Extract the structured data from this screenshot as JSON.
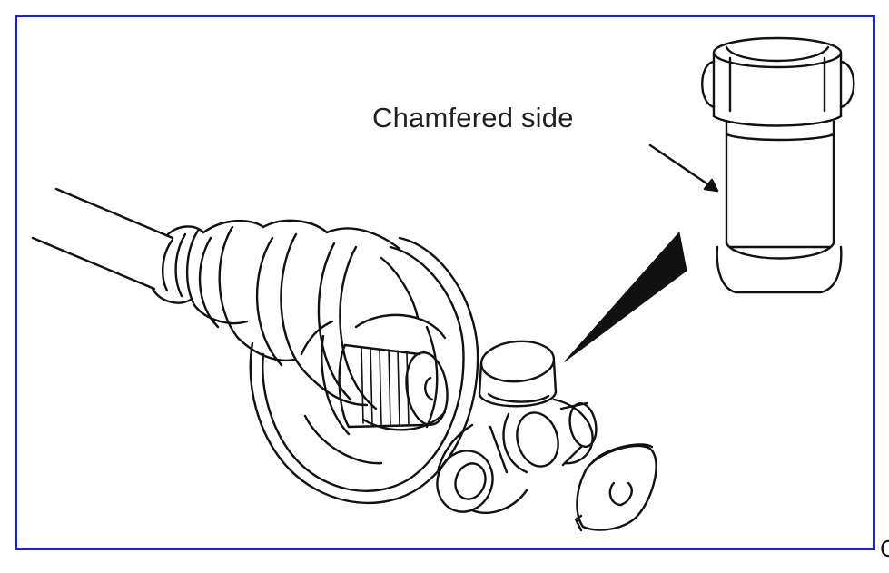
{
  "callout": {
    "label": "Chamfered side"
  },
  "edge_glyph": "C",
  "colors": {
    "frame_border": "#1a22d6",
    "line_art": "#111111",
    "background": "#ffffff"
  },
  "parts": [
    "drive-shaft",
    "cv-boot",
    "splined-shaft-end",
    "tripod-joint",
    "snap-ring",
    "roller-detail"
  ]
}
